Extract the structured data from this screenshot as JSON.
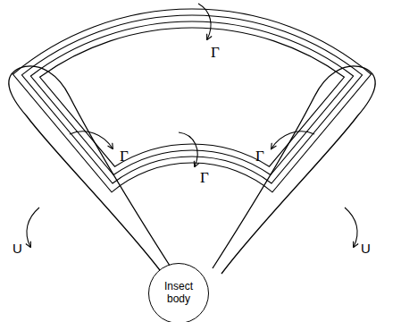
{
  "diagram": {
    "nodes": [
      {
        "text": [
          "Insect body"
        ]
      }
    ],
    "labels": [
      "Γ",
      "Γ",
      "Γ",
      "Γ",
      "U",
      "U"
    ]
  }
}
